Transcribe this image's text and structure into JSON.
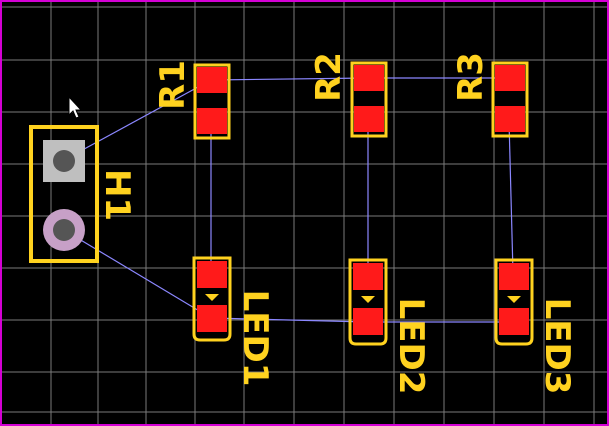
{
  "colors": {
    "background": "#000000",
    "grid": "#8a8a8a",
    "board_outline": "#d400d4",
    "silkscreen": "#ffd21f",
    "pad": "#ff1a1a",
    "ratsnest": "#8b87ff",
    "tht_hole": "#555555",
    "tht_ring": "#c7a0c7"
  },
  "designators": {
    "r1": "R1",
    "r2": "R2",
    "r3": "R3",
    "h1": "H1",
    "led1": "LED1",
    "led2": "LED2",
    "led3": "LED3"
  },
  "cursor_icon": "arrow-pointer-icon"
}
